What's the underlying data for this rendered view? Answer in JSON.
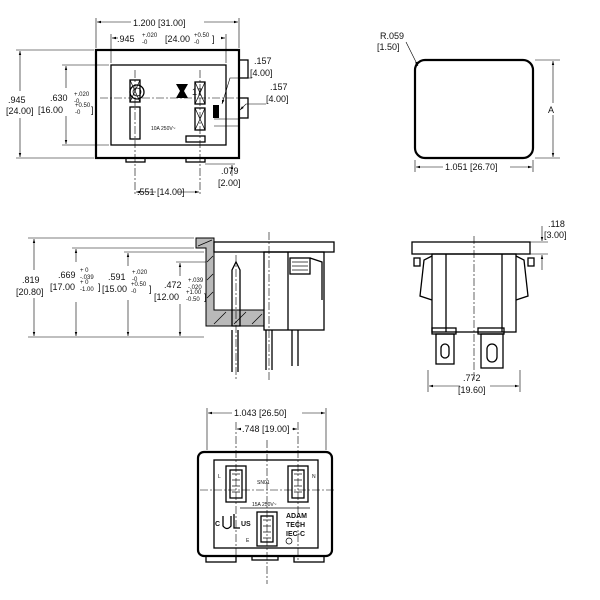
{
  "views": {
    "front": {
      "dim_overall_width": "1.200 [31.00]",
      "dim_inner_width": ".945",
      "dim_inner_width_tol_upper": "+.020",
      "dim_inner_width_tol_lower": "-0",
      "dim_inner_width_mm": "[24.00",
      "dim_inner_width_mm_tol_upper": "+0.50",
      "dim_inner_width_mm_tol_lower": "-0",
      "dim_inner_width_mm_close": "]",
      "dim_overall_height_in": ".945",
      "dim_overall_height_mm": "[24.00]",
      "dim_inner_height_in": ".630",
      "dim_inner_height_tol_upper": "+.020",
      "dim_inner_height_tol_lower": "-0",
      "dim_inner_height_mm": "[16.00",
      "dim_inner_height_mm_tol_upper": "+0.50",
      "dim_inner_height_mm_tol_lower": "-0",
      "dim_inner_height_mm_close": "]",
      "dim_pin_width_in": ".157",
      "dim_pin_width_mm": "[4.00]",
      "dim_pin_gap_in": ".157",
      "dim_pin_gap_mm": "[4.00]",
      "dim_bottom_offset_in": ".079",
      "dim_bottom_offset_mm": "[2.00]",
      "dim_pin_spacing": ".551 [14.00]",
      "marking_rating": "10A 250V~",
      "marking_number": "17"
    },
    "rear": {
      "dim_radius_in": "R.059",
      "dim_radius_mm": "[1.50]",
      "dim_height_label": "A",
      "dim_width": "1.051 [26.70]"
    },
    "side": {
      "dim_height_in": ".819",
      "dim_height_mm": "[20.80]",
      "dim_a_in": ".669",
      "dim_a_tol_upper": "+ 0",
      "dim_a_tol_lower": "-.039",
      "dim_a_mm": "[17.00",
      "dim_a_mm_tol_upper": "+ 0",
      "dim_a_mm_tol_lower": "-1.00",
      "dim_a_mm_close": "]",
      "dim_b_in": ".591",
      "dim_b_tol_upper": "+.020",
      "dim_b_tol_lower": "-0",
      "dim_b_mm": "[15.00",
      "dim_b_mm_tol_upper": "+0.50",
      "dim_b_mm_tol_lower": "-0",
      "dim_b_mm_close": "]",
      "dim_c_in": ".472",
      "dim_c_tol_upper": "+.039",
      "dim_c_tol_lower": "-.020",
      "dim_c_mm": "[12.00",
      "dim_c_mm_tol_upper": "+1.00",
      "dim_c_mm_tol_lower": "-0.50",
      "dim_c_mm_close": "]"
    },
    "end": {
      "dim_flange_in": ".118",
      "dim_flange_mm": "[3.00]",
      "dim_width_in": ".772",
      "dim_width_mm": "[19.60]"
    },
    "bottom": {
      "dim_overall_width": "1.043 [26.50]",
      "dim_pin_spacing": ".748 [19.00]",
      "label_l": "L",
      "label_n": "N",
      "label_e": "E",
      "marking_sn": "SN01",
      "marking_rating": "15A 250V~",
      "brand_line1": "ADAM",
      "brand_line2": "TECH",
      "brand_line3": "IEC-C",
      "cert_c": "C",
      "cert_us": "US"
    }
  }
}
